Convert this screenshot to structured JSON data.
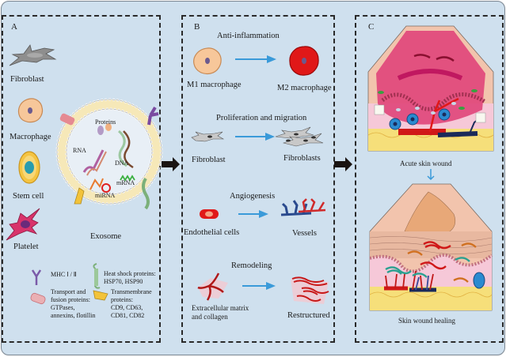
{
  "panels": {
    "a": {
      "letter": "A",
      "cells": [
        "Fibroblast",
        "Macrophage",
        "Stem cell",
        "Platelet"
      ],
      "exosome": {
        "title": "Exosome",
        "cargo": [
          "Proteins",
          "RNA",
          "DNA",
          "mRNA",
          "miRNA"
        ]
      },
      "legend": [
        {
          "icon": "mhc-receptor-icon",
          "text": "MHC Ⅰ / Ⅱ"
        },
        {
          "icon": "heat-shock-protein-icon",
          "text": "Heat shock proteins:",
          "text2": "HSP70, HSP90"
        },
        {
          "icon": "transport-protein-icon",
          "text": "Transport and",
          "text2": "fusion proteins:",
          "text3": "GTPases,",
          "text4": "annexins, flotillin"
        },
        {
          "icon": "transmembrane-protein-icon",
          "text": "Transmembrane",
          "text2": "proteins:",
          "text3": "CD9, CD63,",
          "text4": "CD81, CD82"
        }
      ]
    },
    "b": {
      "letter": "B",
      "processes": [
        {
          "title": "Anti-inflammation",
          "from": "M1 macrophage",
          "to": "M2 macrophage"
        },
        {
          "title": "Proliferation and migration",
          "from": "Fibroblast",
          "to": "Fibroblasts"
        },
        {
          "title": "Angiogenesis",
          "from": "Endothelial cells",
          "to": "Vessels"
        },
        {
          "title": "Remodeling",
          "from": "Extracellular matrix",
          "from2": "and collagen",
          "to": "Restructured"
        }
      ]
    },
    "c": {
      "letter": "C",
      "stages": [
        "Acute skin wound",
        "Skin wound healing"
      ]
    }
  },
  "colors": {
    "background": "#cfe0ee",
    "arrow_blue": "#3a9ad9",
    "flow_arrow": "#1a1412",
    "wound_pink": "#e0457a",
    "skin_peach": "#f2c9a8",
    "fat_yellow": "#f6df7a"
  }
}
